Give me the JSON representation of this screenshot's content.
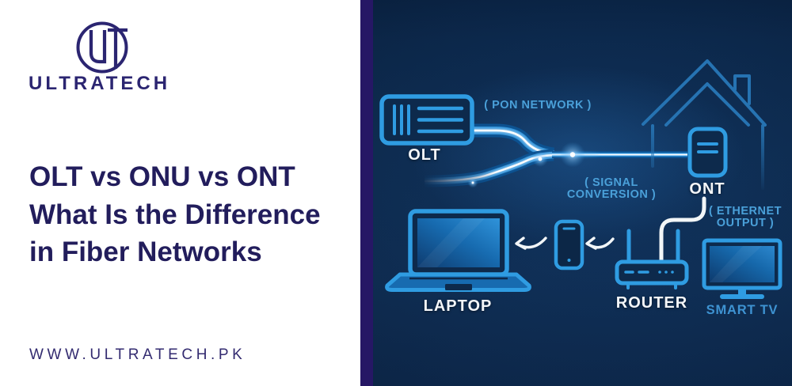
{
  "brand": {
    "name": "ULTRATECH",
    "monogram": "UT",
    "website": "WWW.ULTRATECH.PK"
  },
  "headline": {
    "line1": "OLT vs ONU vs ONT",
    "line2": "What Is the Difference",
    "line3": "in Fiber Networks"
  },
  "diagram": {
    "devices": {
      "olt": "OLT",
      "ont": "ONT",
      "laptop": "LAPTOP",
      "router": "ROUTER",
      "smart_tv": "SMART TV"
    },
    "annotations": {
      "pon_network": "( PON NETWORK )",
      "signal_conversion": [
        "( SIGNAL",
        "CONVERSION )"
      ],
      "ethernet_output": [
        "( ETHERNET",
        "OUTPUT )"
      ]
    },
    "icons": [
      "olt-device-icon",
      "fiber-splitter-cable",
      "house-icon",
      "ont-device-icon",
      "ethernet-cable",
      "laptop-icon",
      "phone-icon",
      "router-icon",
      "smart-tv-icon",
      "arrow-left-icon"
    ]
  },
  "colors": {
    "left_panel_bg": "#ffffff",
    "headline_navy": "#221d5c",
    "brand_navy": "#2b2571",
    "divider_purple": "#261765",
    "diagram_bg": "#0d2849",
    "device_outline_blue": "#2f9ce2",
    "annotation_blue": "#4aa0d9",
    "label_white": "#f3f6f9"
  }
}
